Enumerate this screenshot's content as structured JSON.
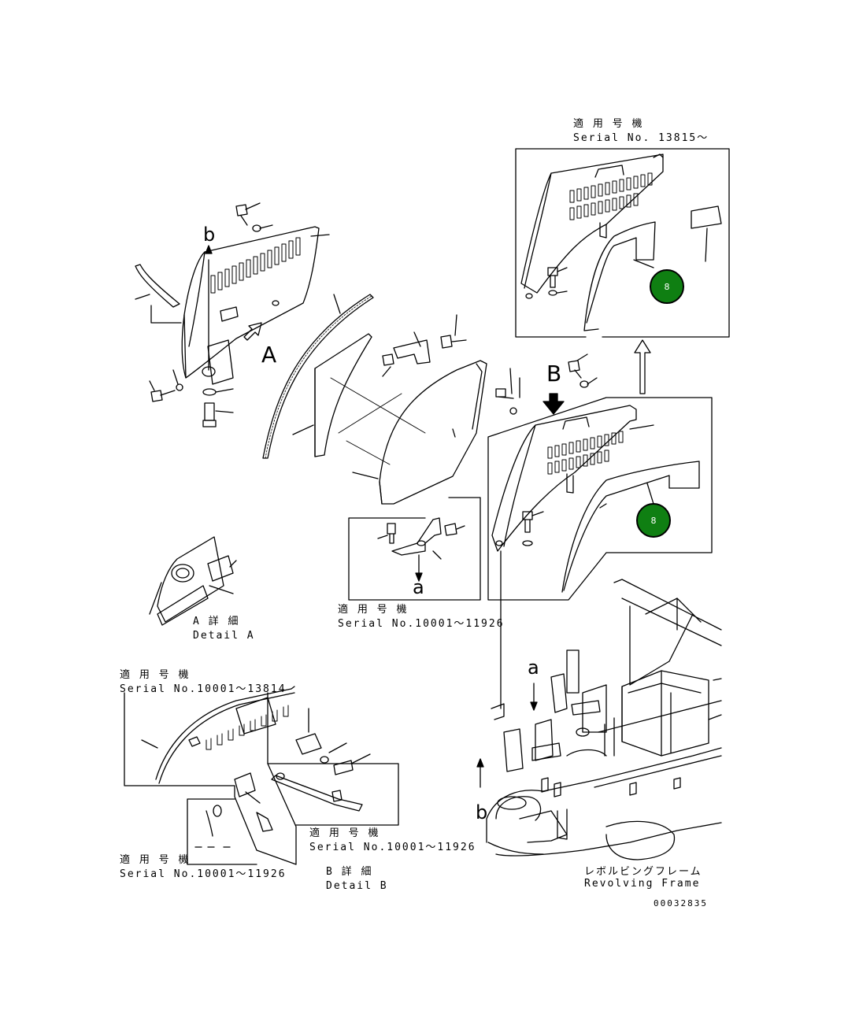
{
  "labels": {
    "serial_top_jp": "適 用 号 機",
    "serial_top_en": "Serial No. 13815～",
    "detail_a_jp": "A 詳 細",
    "detail_a_en": "Detail A",
    "serial_mid_jp": "適 用 号 機",
    "serial_mid_en": "Serial No.10001～11926",
    "serial_left_jp": "適 用 号 機",
    "serial_left_en": "Serial No.10001～13814",
    "serial_b1_jp": "適 用 号 機",
    "serial_b1_en": "Serial No.10001～11926",
    "serial_b2_jp": "適 用 号 機",
    "serial_b2_en": "Serial No.10001～11926",
    "detail_b_jp": "B 詳 細",
    "detail_b_en": "Detail B",
    "frame_jp": "レボルビングフレーム",
    "frame_en": "Revolving Frame",
    "drawing_no": "00032835"
  },
  "markers": {
    "A": "A",
    "B": "B",
    "a_top": "a",
    "a_bottom": "a",
    "b_top": "b",
    "b_bottom": "b"
  },
  "callouts": [
    {
      "label": "8"
    },
    {
      "label": "8"
    }
  ],
  "colors": {
    "callout_fill": "#0f7f12",
    "line": "#000000"
  }
}
